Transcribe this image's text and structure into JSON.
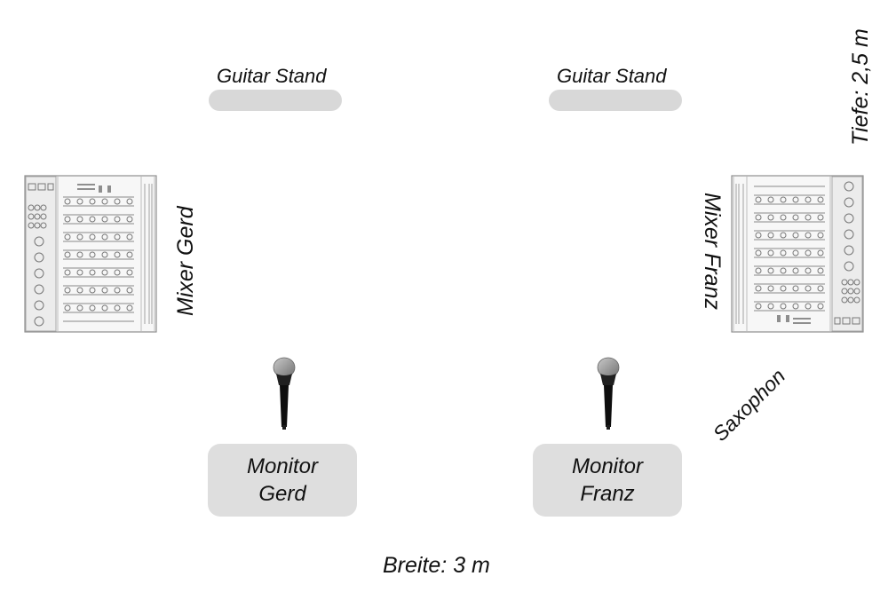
{
  "diagram": {
    "guitar_stand_left": {
      "label": "Guitar Stand"
    },
    "guitar_stand_right": {
      "label": "Guitar Stand"
    },
    "mixer_left": {
      "label": "Mixer Gerd"
    },
    "mixer_right": {
      "label": "Mixer Franz"
    },
    "monitor_left": {
      "line1": "Monitor",
      "line2": "Gerd"
    },
    "monitor_right": {
      "line1": "Monitor",
      "line2": "Franz"
    },
    "saxophone": {
      "label": "Saxophon"
    },
    "depth": {
      "label": "Tiefe: 2,5 m"
    },
    "width": {
      "label": "Breite: 3 m"
    }
  },
  "icons": {
    "mixer": "mixer-icon",
    "microphone": "microphone-icon"
  }
}
